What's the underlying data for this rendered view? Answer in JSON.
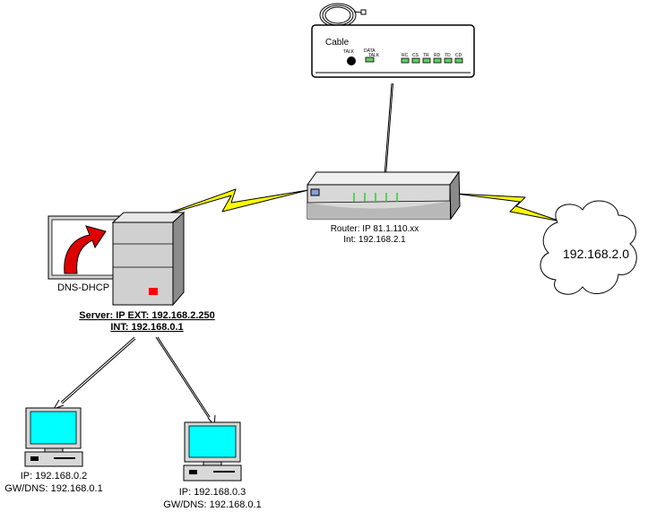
{
  "modem": {
    "title": "Cable",
    "talk_label": "TALK",
    "data_label": "DATA",
    "talk2_label": "TALK",
    "leds": [
      "RC",
      "CS",
      "TR",
      "RD",
      "TD",
      "CD"
    ]
  },
  "router": {
    "line1": "Router: IP 81.1.110.xx",
    "line2": "Int: 192.168.2.1"
  },
  "cloud": {
    "label": "192.168.2.0"
  },
  "server": {
    "app_label": "DNS-DHCP",
    "line1": "Server: IP EXT: 192.168.2.250",
    "line2": "INT: 192.168.0.1"
  },
  "clients": [
    {
      "ip": "IP: 192.168.0.2",
      "gw": "GW/DNS: 192.168.0.1"
    },
    {
      "ip": "IP: 192.168.0.3",
      "gw": "GW/DNS: 192.168.0.1"
    }
  ],
  "colors": {
    "lightning": "#ffff00",
    "screen": "#00ffff",
    "led": "#66cc66",
    "indicator": "#ff0000",
    "arrow": "#cc0000"
  }
}
